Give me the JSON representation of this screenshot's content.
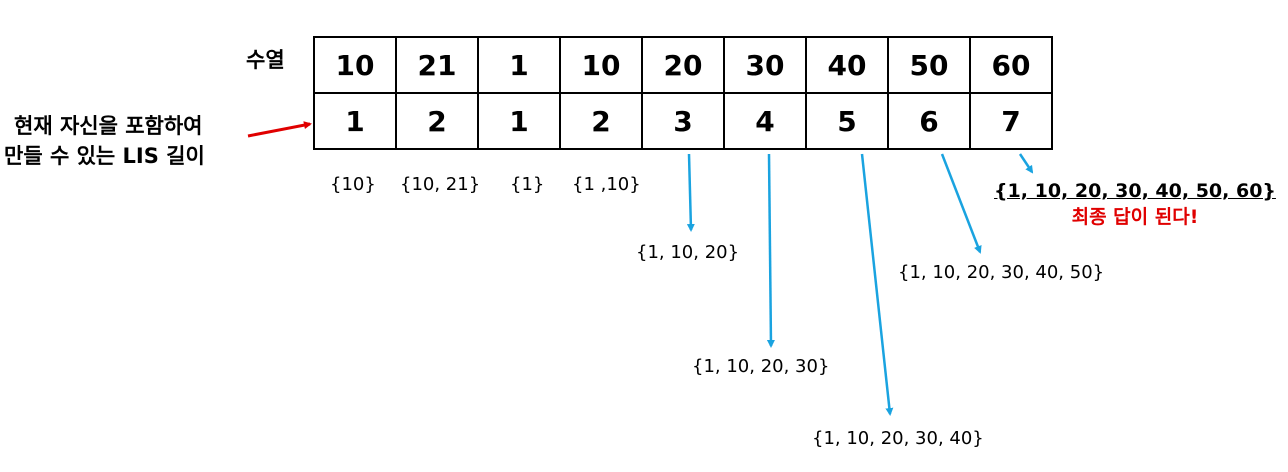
{
  "labels": {
    "sequence_row": "수열",
    "lis_row_line1": "현재 자신을 포함하여",
    "lis_row_line2": "만들 수 있는 LIS 길이"
  },
  "sequence": [
    "10",
    "21",
    "1",
    "10",
    "20",
    "30",
    "40",
    "50",
    "60"
  ],
  "lis_lengths": [
    "1",
    "2",
    "1",
    "2",
    "3",
    "4",
    "5",
    "6",
    "7"
  ],
  "subsequences": {
    "col1": "{10}",
    "col2": "{10, 21}",
    "col3": "{1}",
    "col4": "{1 ,10}",
    "col5": "{1, 10, 20}",
    "col6": "{1, 10, 20, 30}",
    "col7": "{1, 10, 20, 30, 40}",
    "col8": "{1, 10, 20, 30, 40, 50}"
  },
  "final": {
    "sequence": "{1, 10, 20, 30, 40, 50, 60}",
    "note": "최종 답이 된다!"
  },
  "colors": {
    "pointer_arrow": "#e00000",
    "connector_arrow": "#1aa3e0",
    "final_note": "#e00000"
  }
}
